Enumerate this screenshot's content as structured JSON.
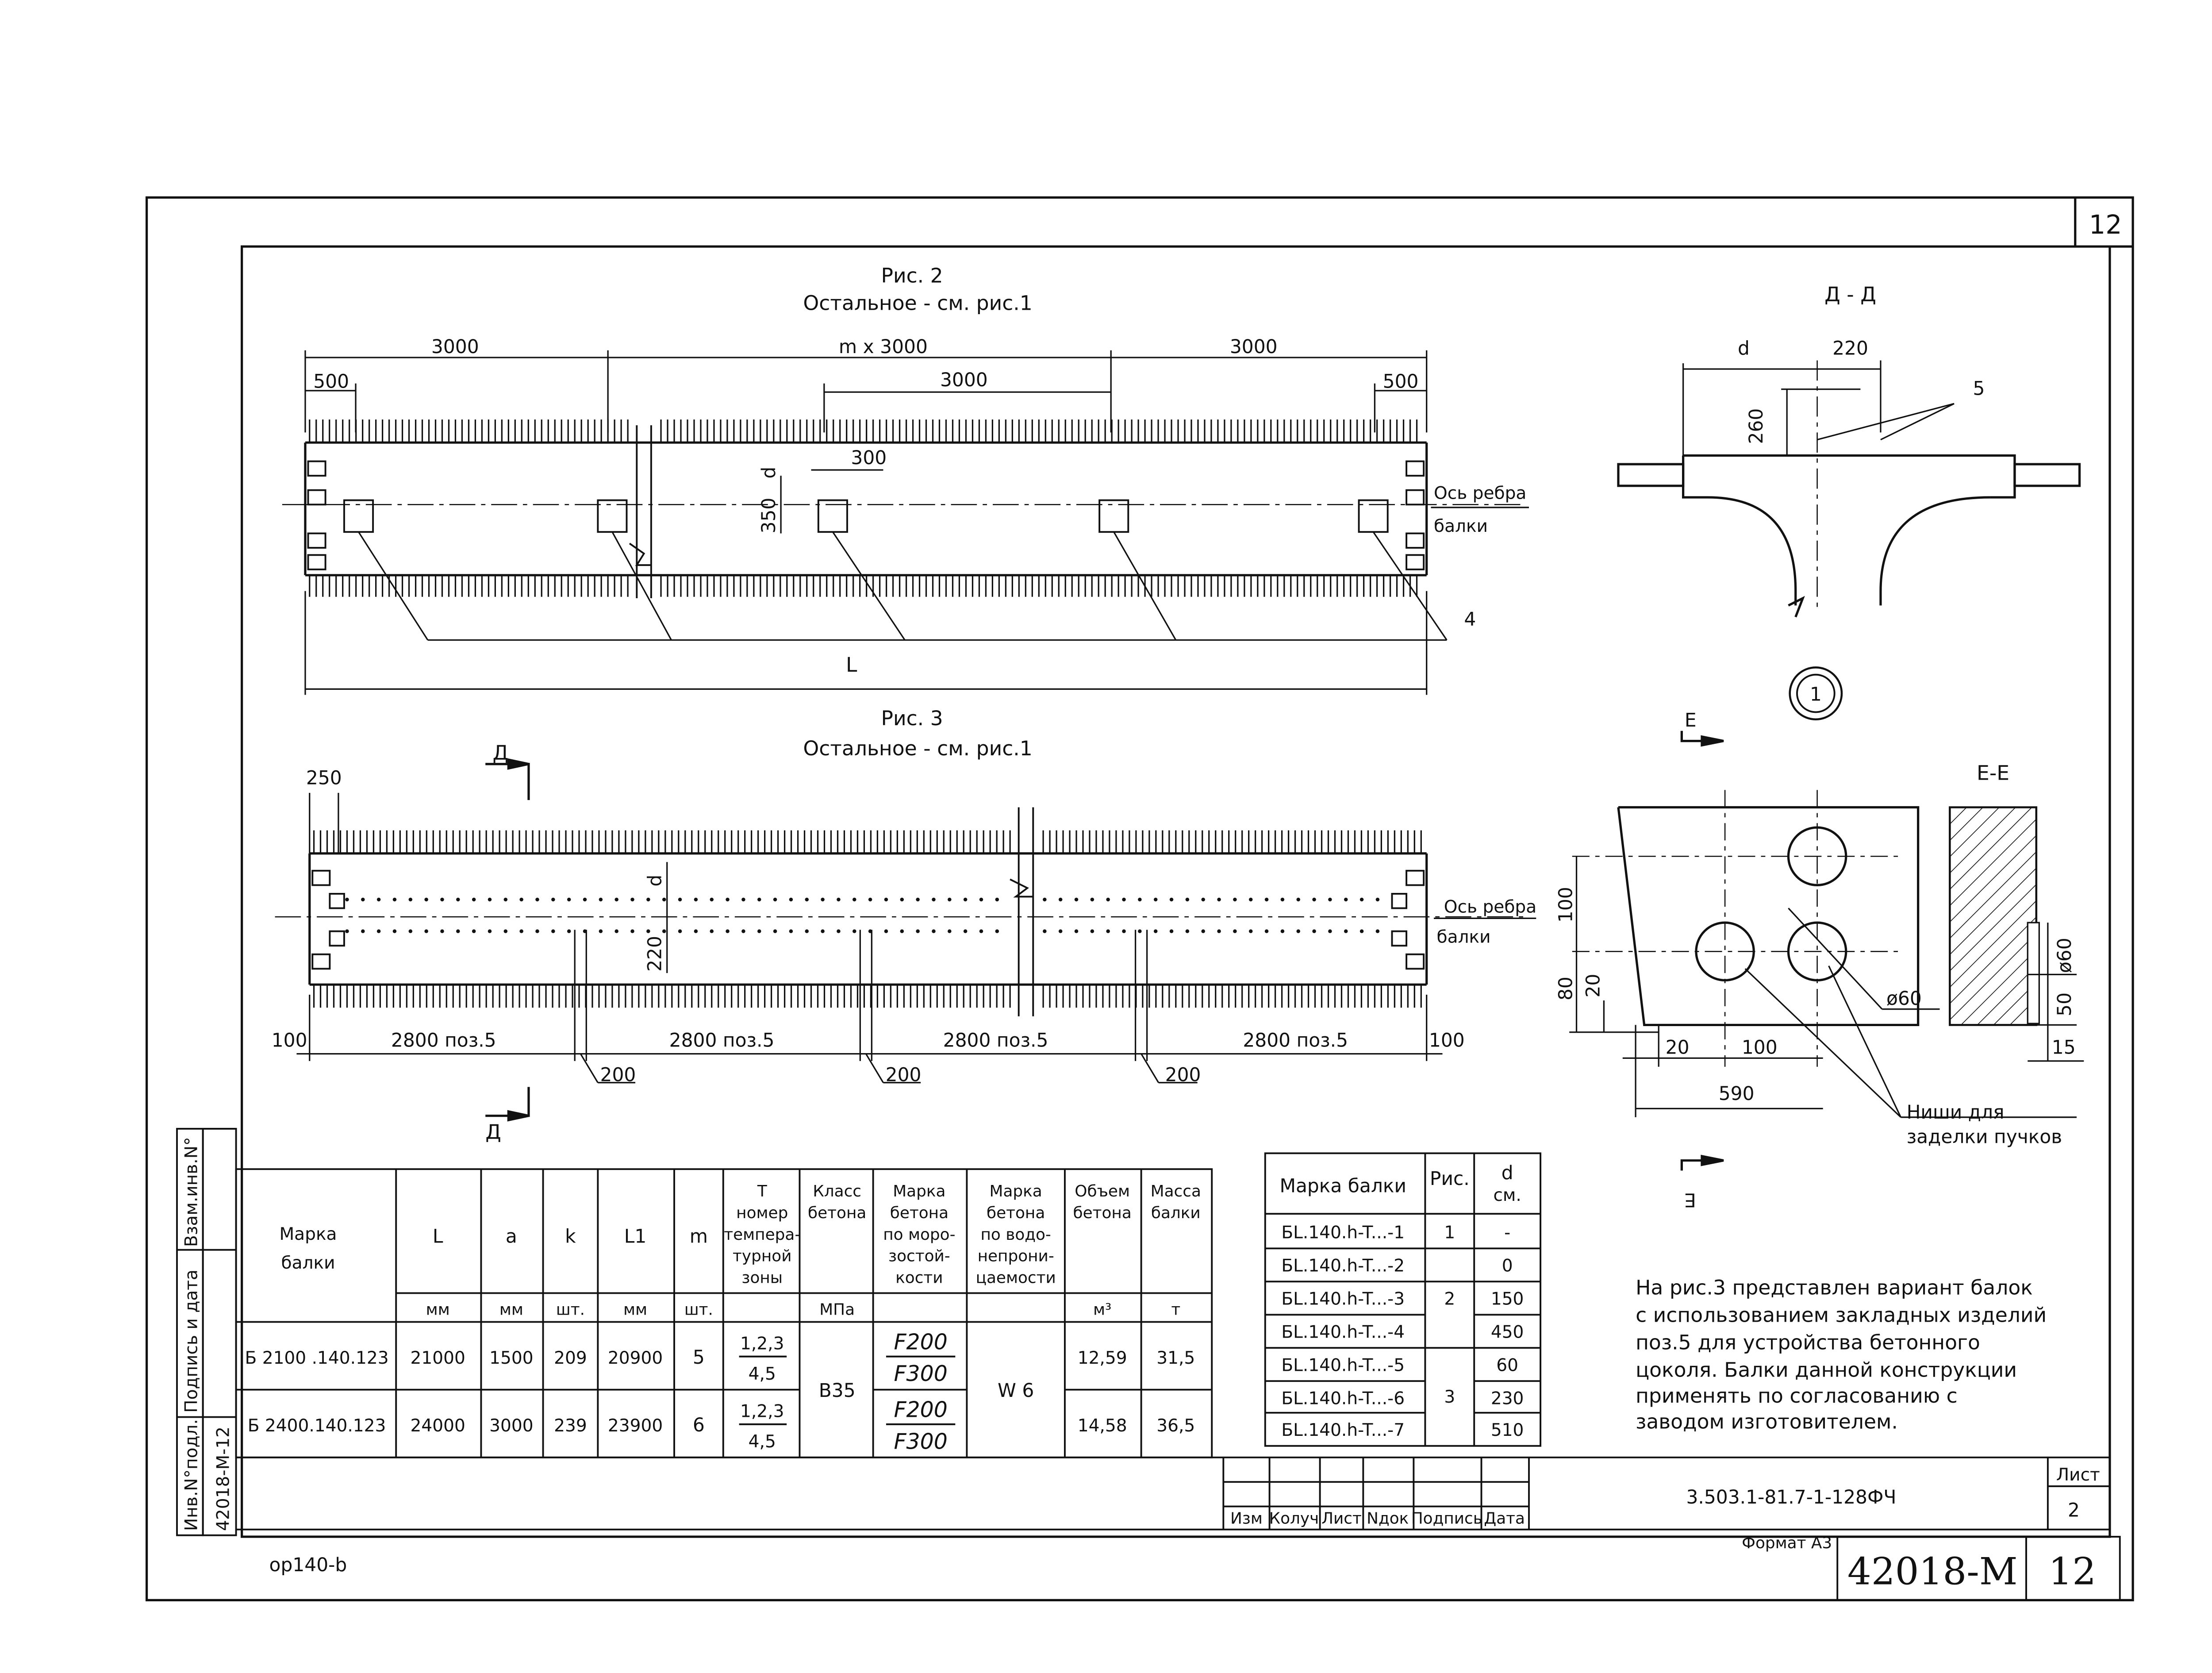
{
  "sheet": {
    "corner_number": "12",
    "stamp_number": "12",
    "stamp_code": "42018-M",
    "format_label": "Формат A3",
    "bottom_left_code": "op140-b",
    "doc_code": "3.503.1-81.7-1-128ФЧ",
    "sheet_label": "Лист",
    "sheet_number": "2",
    "title_block_headers": [
      "Изм",
      "Колуч",
      "Лист",
      "Nдок",
      "Подпись",
      "Дата"
    ],
    "side_stamp": {
      "inv_no_label": "Инв.N°подл.",
      "inv_no_value": "42018-M-12",
      "sign_date_label": "Подпись и дата",
      "replace_label": "Взам.инв.N°"
    }
  },
  "fig2": {
    "title": "Рис. 2",
    "subtitle": "Остальное - см. рис.1",
    "dim_left": "3000",
    "dim_mid": "m x 3000",
    "dim_right": "3000",
    "dim_inner": "3000",
    "dim_end_left": "500",
    "dim_end_right": "500",
    "dim_d": "d",
    "dim_300": "300",
    "dim_350": "350",
    "axis_label_1": "Ось ребра",
    "axis_label_2": "балки",
    "callout_4": "4",
    "dim_L": "L"
  },
  "fig3": {
    "title": "Рис. 3",
    "subtitle": "Остальное - см. рис.1",
    "section_mark": "Д",
    "dim_250": "250",
    "dim_d": "d",
    "dim_220": "220",
    "axis_label_1": "Ось ребра",
    "axis_label_2": "балки",
    "dim_100_left": "100",
    "dim_100_right": "100",
    "spans": [
      "2800 поз.5",
      "2800 поз.5",
      "2800 поз.5",
      "2800 поз.5"
    ],
    "gaps": [
      "200",
      "200",
      "200"
    ]
  },
  "section_dd": {
    "title": "Д - Д",
    "dim_d": "d",
    "dim_220": "220",
    "dim_260": "260",
    "callout_5": "5",
    "circle_number": "1"
  },
  "section_ee": {
    "title": "Е-Е",
    "mark": "Е",
    "dim_100_v": "100",
    "dim_80": "80",
    "dim_20_v": "20",
    "dim_20_h": "20",
    "dim_100_h": "100",
    "dim_590": "590",
    "dim_dia60": "ø60",
    "dim_dia60_v": "ø60",
    "dim_50": "50",
    "dim_15": "15",
    "note_1": "Ниши для",
    "note_2": "заделки пучков"
  },
  "main_table": {
    "headers": {
      "marka": "Марка балки",
      "L": "L",
      "a": "a",
      "k": "k",
      "L1": "L1",
      "m": "m",
      "T": "T номер темпера- турной зоны",
      "class": "Класс бетона",
      "frost": "Марка бетона по моро- зостой- кости",
      "water": "Марка бетона по водо- непрони- цаемости",
      "volume": "Объем бетона",
      "mass": "Масса балки"
    },
    "units": [
      "мм",
      "мм",
      "шт.",
      "мм",
      "шт.",
      "",
      "МПа",
      "",
      "",
      "м³",
      "т"
    ],
    "rows": [
      {
        "marka": "Б 2100 .140.123",
        "L": "21000",
        "a": "1500",
        "k": "209",
        "L1": "20900",
        "m": "5",
        "t_num": "1,2,3",
        "t_den": "4,5",
        "f_num": "F200",
        "f_den": "F300",
        "volume": "12,59",
        "mass": "31,5"
      },
      {
        "marka": "Б 2400.140.123",
        "L": "24000",
        "a": "3000",
        "k": "239",
        "L1": "23900",
        "m": "6",
        "t_num": "1,2,3",
        "t_den": "4,5",
        "f_num": "F200",
        "f_den": "F300",
        "volume": "14,58",
        "mass": "36,5"
      }
    ],
    "concrete_class": "B35",
    "water_grade": "W 6"
  },
  "small_table": {
    "headers": {
      "marka": "Марка балки",
      "fig": "Рис.",
      "d": "d см."
    },
    "rows": [
      {
        "marka": "БL.140.h-T...-1",
        "d": "-"
      },
      {
        "marka": "БL.140.h-T...-2",
        "d": "0"
      },
      {
        "marka": "БL.140.h-T...-3",
        "d": "150"
      },
      {
        "marka": "БL.140.h-T...-4",
        "d": "450"
      },
      {
        "marka": "БL.140.h-T...-5",
        "d": "60"
      },
      {
        "marka": "БL.140.h-T...-6",
        "d": "230"
      },
      {
        "marka": "БL.140.h-T...-7",
        "d": "510"
      }
    ],
    "fig_groups": [
      "1",
      "2",
      "3"
    ]
  },
  "note": {
    "lines": [
      "На рис.3 представлен вариант балок",
      "с использованием закладных изделий",
      "поз.5 для устройства бетонного",
      "цоколя. Балки данной конструкции",
      "применять по согласованию с",
      "заводом изготовителем."
    ]
  }
}
